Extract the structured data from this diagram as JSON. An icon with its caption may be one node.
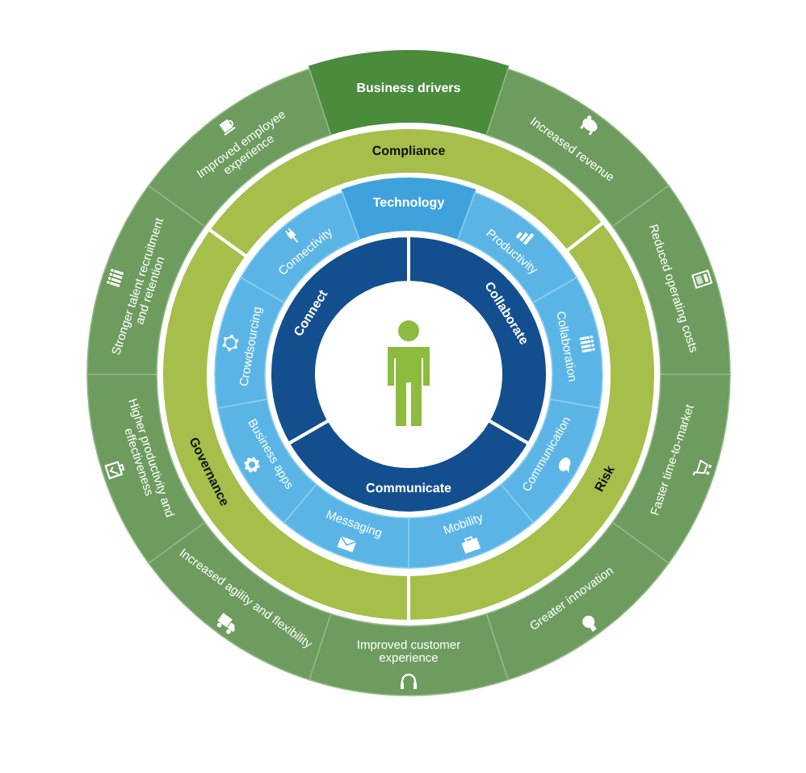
{
  "diagram": {
    "nodes": [
      {
        "text": [
          "Business drivers"
        ]
      },
      {
        "text": [
          "Increased revenue"
        ]
      },
      {
        "text": [
          "Reduced operating costs"
        ]
      },
      {
        "text": [
          "Faster time-to-market"
        ]
      },
      {
        "text": [
          "Greater innovation"
        ]
      },
      {
        "text": [
          "Improved customer experience"
        ]
      },
      {
        "text": [
          "Increased agility and flexibility"
        ]
      },
      {
        "text": [
          "Higher productivity and effectiveness"
        ]
      },
      {
        "text": [
          "Stronger talent recruitment and retention"
        ]
      },
      {
        "text": [
          "Improved employee experience"
        ]
      },
      {
        "text": [
          "Compliance"
        ]
      },
      {
        "text": [
          "Risk"
        ]
      },
      {
        "text": [
          "Governance"
        ]
      },
      {
        "text": [
          "Technology"
        ]
      },
      {
        "text": [
          "Productivity"
        ]
      },
      {
        "text": [
          "Collaboration"
        ]
      },
      {
        "text": [
          "Communication"
        ]
      },
      {
        "text": [
          "Mobility"
        ]
      },
      {
        "text": [
          "Messaging"
        ]
      },
      {
        "text": [
          "Business apps"
        ]
      },
      {
        "text": [
          "Crowdsourcing"
        ]
      },
      {
        "text": [
          "Connectivity"
        ]
      },
      {
        "text": [
          "Connect"
        ]
      },
      {
        "text": [
          "Collaborate"
        ]
      },
      {
        "text": [
          "Communicate"
        ]
      },
      {
        "text": [],
        "shape": "person"
      }
    ]
  }
}
